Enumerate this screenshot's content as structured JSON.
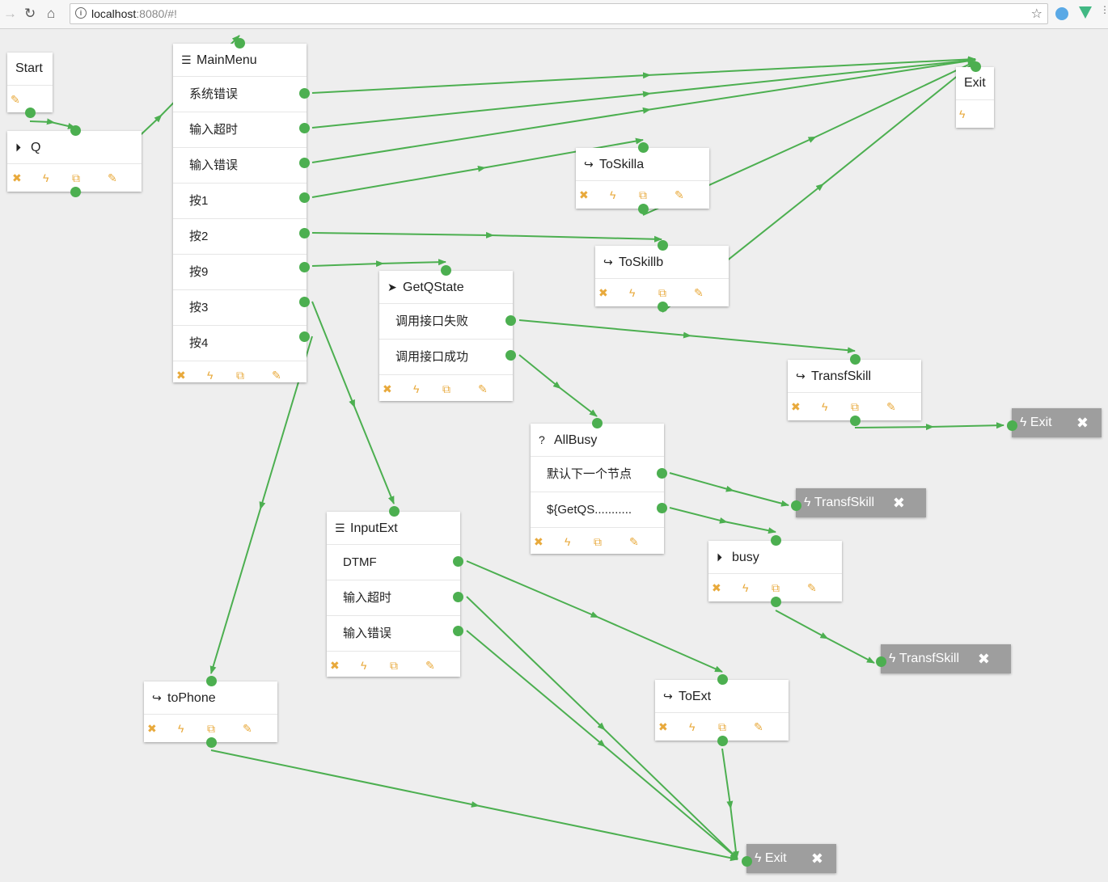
{
  "browser": {
    "url_host": "localhost",
    "url_rest": ":8080/#!",
    "back_icon": "arrow-right-icon",
    "reload_icon": "reload-icon",
    "home_icon": "home-icon"
  },
  "colors": {
    "wire": "#4caf50",
    "tool": "#e8a93b",
    "terminal": "#9e9e9e"
  },
  "tools": {
    "delete": "✖",
    "action": "ϟ",
    "copy": "⧉",
    "edit": "✎"
  },
  "nodes": {
    "start": {
      "title": "Start"
    },
    "q": {
      "title": "Q",
      "icon": "play-circle-icon"
    },
    "mainmenu": {
      "title": "MainMenu",
      "icon": "list-icon",
      "rows": [
        "系统错误",
        "输入超时",
        "输入错误",
        "按1",
        "按2",
        "按9",
        "按3",
        "按4"
      ]
    },
    "exit_top": {
      "title": "Exit"
    },
    "toskilla": {
      "title": "ToSkilla",
      "icon": "share-icon"
    },
    "toskillb": {
      "title": "ToSkillb",
      "icon": "share-icon"
    },
    "getqstate": {
      "title": "GetQState",
      "icon": "send-icon",
      "rows": [
        "调用接口失败",
        "调用接口成功"
      ]
    },
    "transfskill": {
      "title": "TransfSkill",
      "icon": "share-icon"
    },
    "allbusy": {
      "title": "AllBusy",
      "icon": "question-icon",
      "rows": [
        "默认下一个节点",
        "${GetQS..........."
      ]
    },
    "busy": {
      "title": "busy",
      "icon": "play-circle-icon"
    },
    "inputext": {
      "title": "InputExt",
      "icon": "list-icon",
      "rows": [
        "DTMF",
        "输入超时",
        "输入错误"
      ]
    },
    "tophone": {
      "title": "toPhone",
      "icon": "share-icon"
    },
    "toext": {
      "title": "ToExt",
      "icon": "share-icon"
    }
  },
  "terminals": {
    "exit_right": {
      "label": "Exit"
    },
    "transf_mid": {
      "label": "TransfSkill"
    },
    "transf_low": {
      "label": "TransfSkill"
    },
    "exit_bottom": {
      "label": "Exit"
    }
  }
}
